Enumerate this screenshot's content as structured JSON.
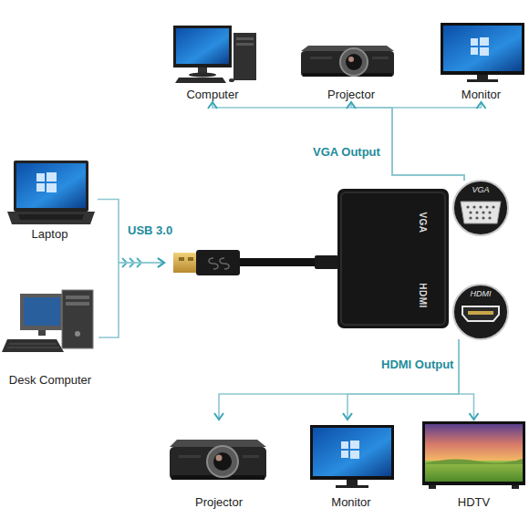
{
  "diagram": {
    "nodes": [
      {
        "text": [
          "Computer"
        ]
      },
      {
        "text": [
          "Projector"
        ]
      },
      {
        "text": [
          "Monitor"
        ]
      },
      {
        "text": [
          "Laptop"
        ]
      },
      {
        "text": [
          "Desk Computer"
        ]
      },
      {
        "text": [
          "VGA",
          "HDMI"
        ]
      },
      {
        "text": [
          "VGA"
        ]
      },
      {
        "text": [
          "HDMI"
        ]
      },
      {
        "text": [
          "Projector"
        ]
      },
      {
        "text": [
          "Monitor"
        ]
      },
      {
        "text": [
          "HDTV"
        ]
      }
    ],
    "edges": [
      {
        "from": 3,
        "to": 5,
        "arrow": "to"
      },
      {
        "from": 4,
        "to": 5,
        "arrow": "to"
      },
      {
        "from": 6,
        "to": 0,
        "arrow": "to"
      },
      {
        "from": 6,
        "to": 1,
        "arrow": "to"
      },
      {
        "from": 6,
        "to": 2,
        "arrow": "to"
      },
      {
        "from": 7,
        "to": 8,
        "arrow": "to"
      },
      {
        "from": 7,
        "to": 9,
        "arrow": "to"
      },
      {
        "from": 7,
        "to": 10,
        "arrow": "to"
      }
    ],
    "labels": [
      "USB 3.0",
      "VGA Output",
      "HDMI Output"
    ]
  }
}
